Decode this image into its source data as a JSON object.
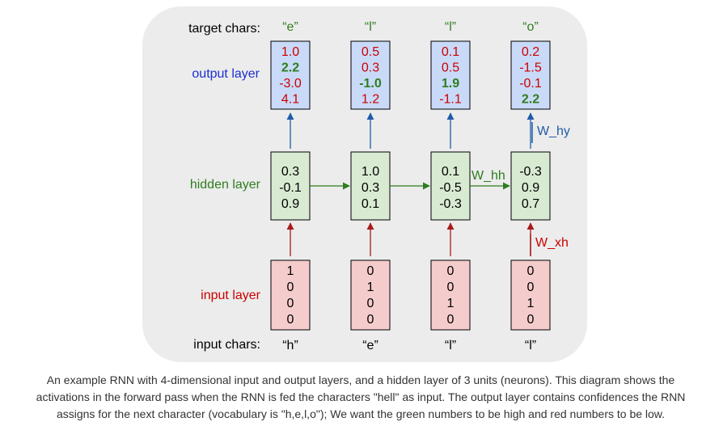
{
  "colors": {
    "panel": "#ececec",
    "output_fill": "#c9daf8",
    "hidden_fill": "#d9ead3",
    "input_fill": "#f4cccc",
    "output_label": "#1c2fd1",
    "hidden_label": "#2e7d1e",
    "input_label": "#cc0000",
    "high": "#2e7d1e",
    "low": "#cc0000",
    "arrow_blue": "#1f5ba8",
    "arrow_green": "#2e7d1e",
    "arrow_red": "#a61c1c"
  },
  "labels": {
    "target_chars": "target chars:",
    "output_layer": "output layer",
    "hidden_layer": "hidden layer",
    "input_layer": "input layer",
    "input_chars": "input chars:"
  },
  "weights": {
    "w_hy": "W_hy",
    "w_hh": "W_hh",
    "w_xh": "W_xh"
  },
  "columns": [
    {
      "target_char": "“e”",
      "input_char": "“h”",
      "output": [
        {
          "value": "1.0",
          "high": false
        },
        {
          "value": "2.2",
          "high": true
        },
        {
          "value": "-3.0",
          "high": false
        },
        {
          "value": "4.1",
          "high": false
        }
      ],
      "hidden": [
        "0.3",
        "-0.1",
        "0.9"
      ],
      "input": [
        "1",
        "0",
        "0",
        "0"
      ]
    },
    {
      "target_char": "“l”",
      "input_char": "“e”",
      "output": [
        {
          "value": "0.5",
          "high": false
        },
        {
          "value": "0.3",
          "high": false
        },
        {
          "value": "-1.0",
          "high": true
        },
        {
          "value": "1.2",
          "high": false
        }
      ],
      "hidden": [
        "1.0",
        "0.3",
        "0.1"
      ],
      "input": [
        "0",
        "1",
        "0",
        "0"
      ]
    },
    {
      "target_char": "“l”",
      "input_char": "“l”",
      "output": [
        {
          "value": "0.1",
          "high": false
        },
        {
          "value": "0.5",
          "high": false
        },
        {
          "value": "1.9",
          "high": true
        },
        {
          "value": "-1.1",
          "high": false
        }
      ],
      "hidden": [
        "0.1",
        "-0.5",
        "-0.3"
      ],
      "input": [
        "0",
        "0",
        "1",
        "0"
      ]
    },
    {
      "target_char": "“o”",
      "input_char": "“l”",
      "output": [
        {
          "value": "0.2",
          "high": false
        },
        {
          "value": "-1.5",
          "high": false
        },
        {
          "value": "-0.1",
          "high": false
        },
        {
          "value": "2.2",
          "high": true
        }
      ],
      "hidden": [
        "-0.3",
        "0.9",
        "0.7"
      ],
      "input": [
        "0",
        "0",
        "1",
        "0"
      ]
    }
  ],
  "caption": "An example RNN with 4-dimensional input and output layers, and a hidden layer of 3 units (neurons). This diagram shows the activations in the forward pass when the RNN is fed the characters \"hell\" as input. The output layer contains confidences the RNN assigns for the next character (vocabulary is \"h,e,l,o\"); We want the green numbers to be high and red numbers to be low."
}
